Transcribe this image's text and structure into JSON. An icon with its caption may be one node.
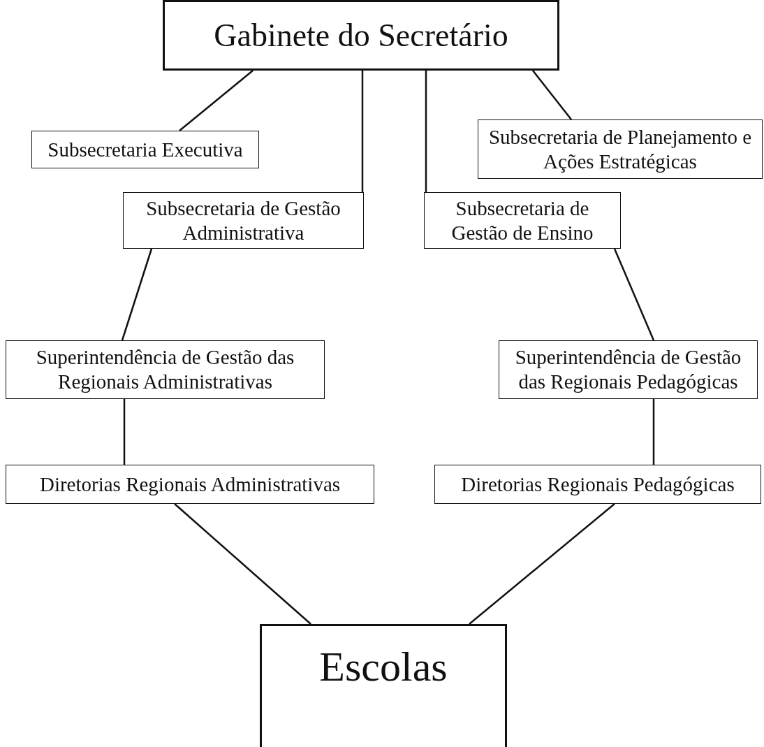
{
  "diagram": {
    "nodes": [
      {
        "text": [
          "Gabinete do Secretário"
        ]
      },
      {
        "text": [
          "Subsecretaria Executiva"
        ]
      },
      {
        "text": [
          "Subsecretaria de Planejamento e Ações Estratégicas"
        ]
      },
      {
        "text": [
          "Subsecretaria de Gestão Administrativa"
        ]
      },
      {
        "text": [
          "Subsecretaria de Gestão de Ensino"
        ]
      },
      {
        "text": [
          "Superintendência de Gestão das Regionais Administrativas"
        ]
      },
      {
        "text": [
          "Superintendência de Gestão das Regionais Pedagógicas"
        ]
      },
      {
        "text": [
          "Diretorias Regionais Administrativas"
        ]
      },
      {
        "text": [
          "Diretorias Regionais Pedagógicas"
        ]
      },
      {
        "text": [
          "Escolas"
        ]
      }
    ],
    "edges": [
      {
        "from": 0,
        "to": 1,
        "arrow": "none"
      },
      {
        "from": 0,
        "to": 2,
        "arrow": "none"
      },
      {
        "from": 0,
        "to": 3,
        "arrow": "none"
      },
      {
        "from": 0,
        "to": 4,
        "arrow": "none"
      },
      {
        "from": 3,
        "to": 5,
        "arrow": "none"
      },
      {
        "from": 4,
        "to": 6,
        "arrow": "none"
      },
      {
        "from": 5,
        "to": 7,
        "arrow": "none"
      },
      {
        "from": 6,
        "to": 8,
        "arrow": "none"
      },
      {
        "from": 7,
        "to": 9,
        "arrow": "none"
      },
      {
        "from": 8,
        "to": 9,
        "arrow": "none"
      }
    ]
  }
}
